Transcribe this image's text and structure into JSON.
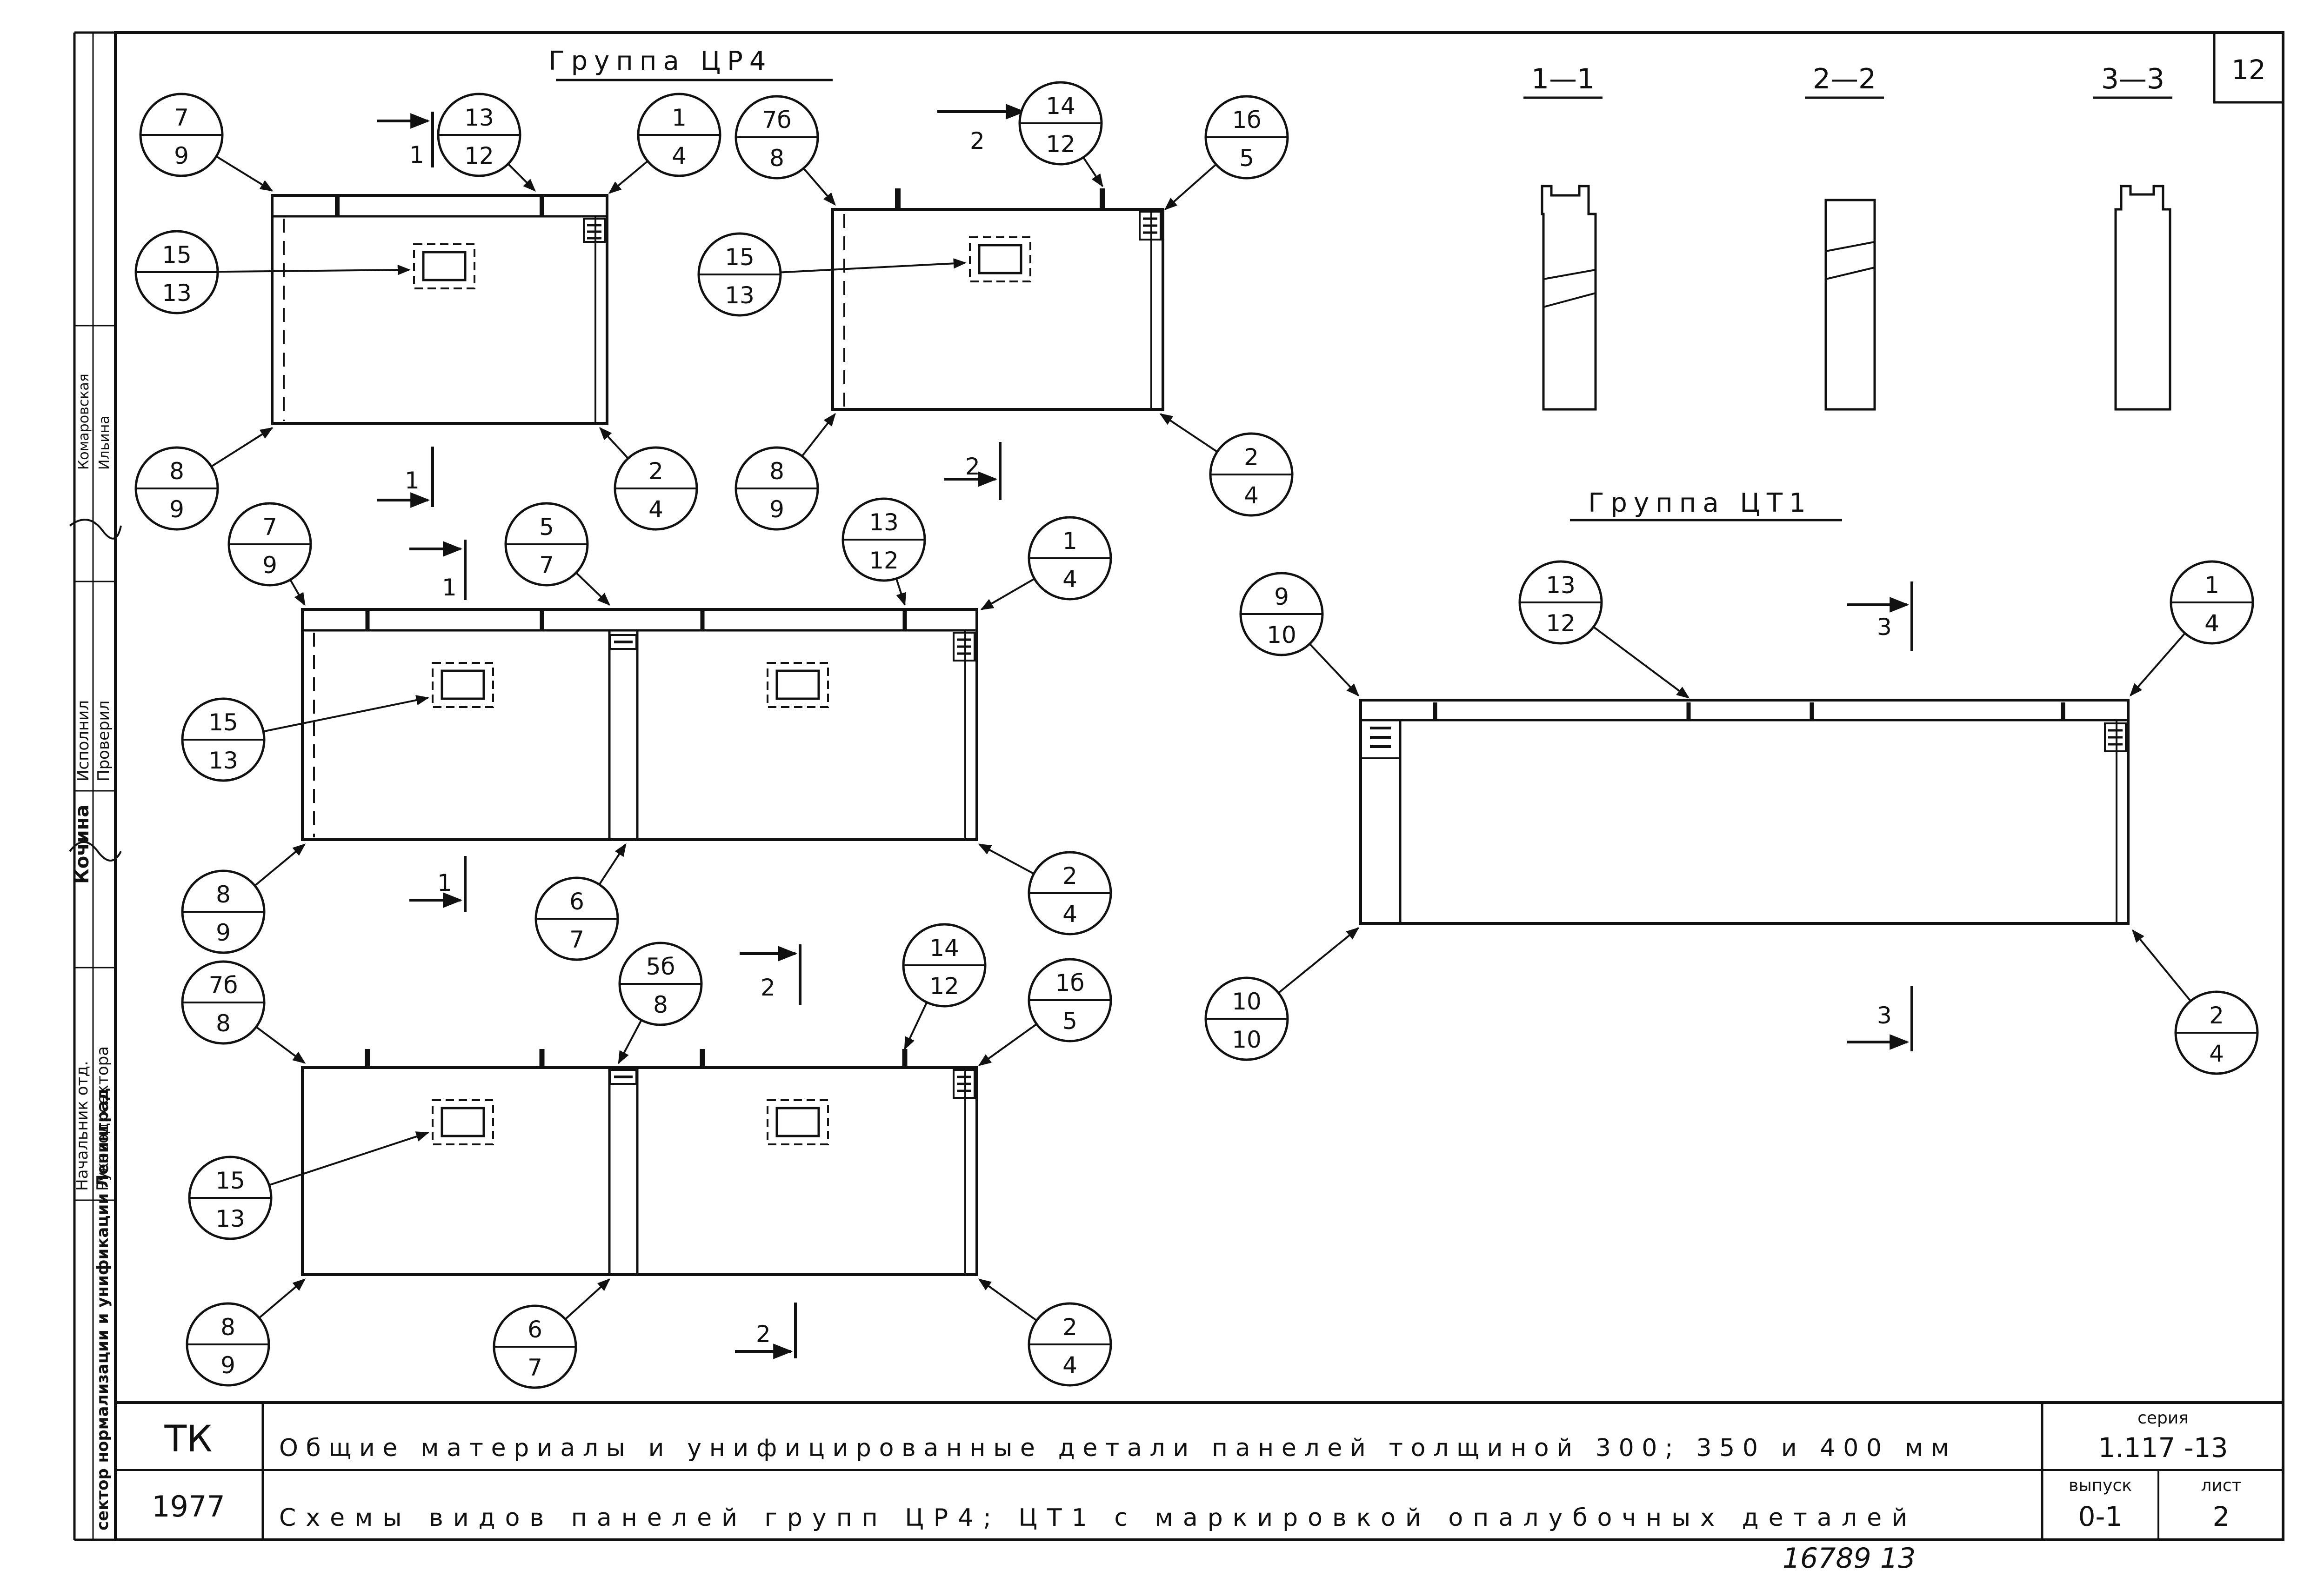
{
  "group_cr4": {
    "title": "Группа ЦР4"
  },
  "group_ct1": {
    "title": "Группа ЦТ1"
  },
  "sheet_number": "12",
  "sections": [
    {
      "label": "1—1"
    },
    {
      "label": "2—2"
    },
    {
      "label": "3—3"
    }
  ],
  "cut_labels": {
    "c1": "1",
    "c2": "2",
    "c3": "3"
  },
  "callouts": {
    "a_tl": {
      "top": "7",
      "bottom": "9"
    },
    "a_t1": {
      "top": "13",
      "bottom": "12"
    },
    "a_tr": {
      "top": "1",
      "bottom": "4"
    },
    "a_win": {
      "top": "15",
      "bottom": "13"
    },
    "a_bl": {
      "top": "8",
      "bottom": "9"
    },
    "a_br": {
      "top": "2",
      "bottom": "4"
    },
    "b_tl": {
      "top": "7б",
      "bottom": "8"
    },
    "b_t1": {
      "top": "14",
      "bottom": "12"
    },
    "b_tr": {
      "top": "1б",
      "bottom": "5"
    },
    "b_win": {
      "top": "15",
      "bottom": "13"
    },
    "b_bl": {
      "top": "8",
      "bottom": "9"
    },
    "b_br": {
      "top": "2",
      "bottom": "4"
    },
    "c_tl": {
      "top": "7",
      "bottom": "9"
    },
    "c_tm": {
      "top": "5",
      "bottom": "7"
    },
    "c_t1": {
      "top": "13",
      "bottom": "12"
    },
    "c_tr": {
      "top": "1",
      "bottom": "4"
    },
    "c_win": {
      "top": "15",
      "bottom": "13"
    },
    "c_bl": {
      "top": "8",
      "bottom": "9"
    },
    "c_bm": {
      "top": "6",
      "bottom": "7"
    },
    "c_br": {
      "top": "2",
      "bottom": "4"
    },
    "d_tl": {
      "top": "7б",
      "bottom": "8"
    },
    "d_tm": {
      "top": "5б",
      "bottom": "8"
    },
    "d_t1": {
      "top": "14",
      "bottom": "12"
    },
    "d_tr": {
      "top": "1б",
      "bottom": "5"
    },
    "d_win": {
      "top": "15",
      "bottom": "13"
    },
    "d_bl": {
      "top": "8",
      "bottom": "9"
    },
    "d_bm": {
      "top": "6",
      "bottom": "7"
    },
    "d_br": {
      "top": "2",
      "bottom": "4"
    },
    "e_tl": {
      "top": "9",
      "bottom": "10"
    },
    "e_t1": {
      "top": "13",
      "bottom": "12"
    },
    "e_tr": {
      "top": "1",
      "bottom": "4"
    },
    "e_bl": {
      "top": "10",
      "bottom": "10"
    },
    "e_br": {
      "top": "2",
      "bottom": "4"
    }
  },
  "side_stamp": {
    "org": "сектор нормализации и унификации Ленинград",
    "head_dept": "Начальник отд.",
    "head_sector": "Руковод. сектора",
    "executed": "Исполнил",
    "checked": "Проверил",
    "name1": "Кочина",
    "name2": "Комаровская",
    "name3": "Ильина"
  },
  "title_block": {
    "org_code": "ТК",
    "year": "1977",
    "line1": "Общие материалы и унифицированные детали панелей толщиной 300; 350 и 400 мм",
    "line2": "Схемы видов панелей групп ЦР4; ЦТ1 с маркировкой опалубочных деталей",
    "series_label": "серия",
    "series_value": "1.117 -13",
    "issue_label": "выпуск",
    "issue_value": "0-1",
    "sheet_label": "лист",
    "sheet_value": "2"
  },
  "archive_number": "16789 13"
}
